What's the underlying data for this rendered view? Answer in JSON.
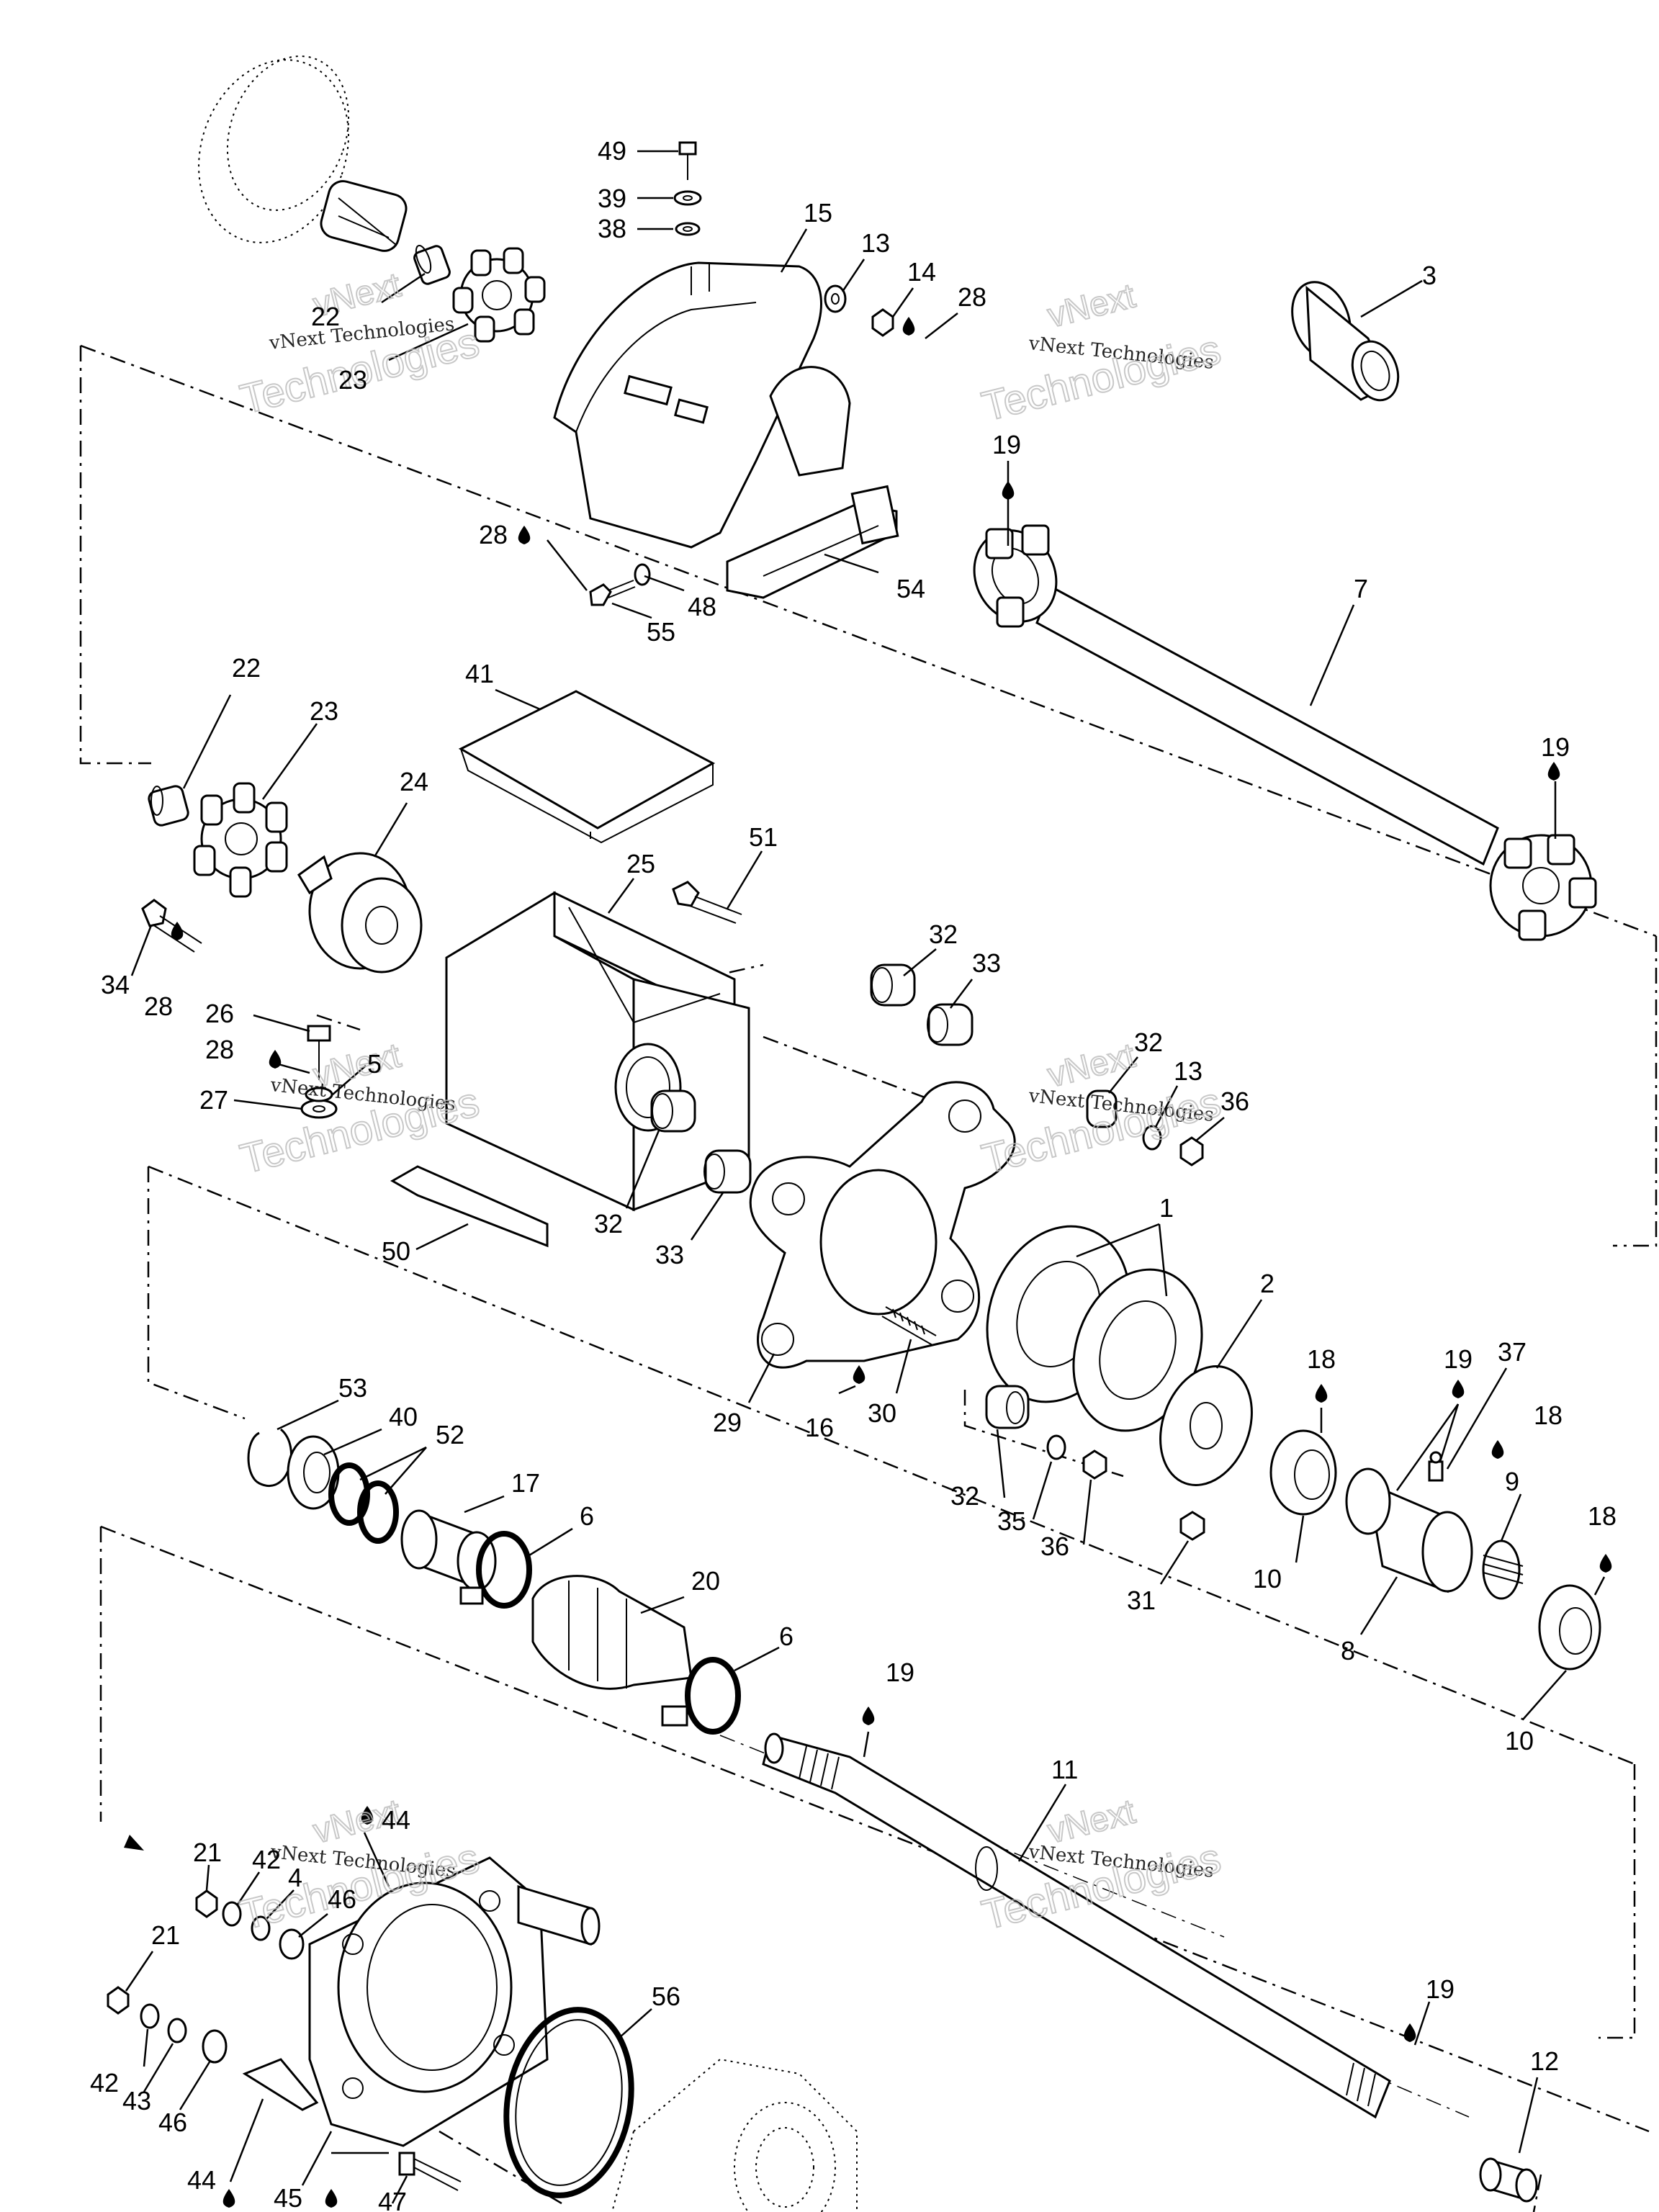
{
  "watermark": {
    "line1": "vNext",
    "line2": "vNext Technologies",
    "line3": "Technologies"
  },
  "callouts": [
    {
      "id": "c49",
      "text": "49"
    },
    {
      "id": "c39",
      "text": "39"
    },
    {
      "id": "c38",
      "text": "38"
    },
    {
      "id": "c15",
      "text": "15"
    },
    {
      "id": "c13a",
      "text": "13"
    },
    {
      "id": "c14",
      "text": "14"
    },
    {
      "id": "c28a",
      "text": "28"
    },
    {
      "id": "c3",
      "text": "3"
    },
    {
      "id": "c22a",
      "text": "22"
    },
    {
      "id": "c23a",
      "text": "23"
    },
    {
      "id": "c19a",
      "text": "19"
    },
    {
      "id": "c28b",
      "text": "28"
    },
    {
      "id": "c55",
      "text": "55"
    },
    {
      "id": "c48",
      "text": "48"
    },
    {
      "id": "c54",
      "text": "54"
    },
    {
      "id": "c7",
      "text": "7"
    },
    {
      "id": "c22b",
      "text": "22"
    },
    {
      "id": "c23b",
      "text": "23"
    },
    {
      "id": "c41",
      "text": "41"
    },
    {
      "id": "c24",
      "text": "24"
    },
    {
      "id": "c19b",
      "text": "19"
    },
    {
      "id": "c25",
      "text": "25"
    },
    {
      "id": "c51",
      "text": "51"
    },
    {
      "id": "c34",
      "text": "34"
    },
    {
      "id": "c28c",
      "text": "28"
    },
    {
      "id": "c26",
      "text": "26"
    },
    {
      "id": "c28d",
      "text": "28"
    },
    {
      "id": "c5",
      "text": "5"
    },
    {
      "id": "c27",
      "text": "27"
    },
    {
      "id": "c32a",
      "text": "32"
    },
    {
      "id": "c33a",
      "text": "33"
    },
    {
      "id": "c32b",
      "text": "32"
    },
    {
      "id": "c13b",
      "text": "13"
    },
    {
      "id": "c36a",
      "text": "36"
    },
    {
      "id": "c32c",
      "text": "32"
    },
    {
      "id": "c33b",
      "text": "33"
    },
    {
      "id": "c50",
      "text": "50"
    },
    {
      "id": "c1",
      "text": "1"
    },
    {
      "id": "c2",
      "text": "2"
    },
    {
      "id": "c18a",
      "text": "18"
    },
    {
      "id": "c19c",
      "text": "19"
    },
    {
      "id": "c37",
      "text": "37"
    },
    {
      "id": "c18b",
      "text": "18"
    },
    {
      "id": "c29",
      "text": "29"
    },
    {
      "id": "c16",
      "text": "16"
    },
    {
      "id": "c30",
      "text": "30"
    },
    {
      "id": "c53",
      "text": "53"
    },
    {
      "id": "c40",
      "text": "40"
    },
    {
      "id": "c52",
      "text": "52"
    },
    {
      "id": "c17",
      "text": "17"
    },
    {
      "id": "c6a",
      "text": "6"
    },
    {
      "id": "c32d",
      "text": "32"
    },
    {
      "id": "c35",
      "text": "35"
    },
    {
      "id": "c36b",
      "text": "36"
    },
    {
      "id": "c9",
      "text": "9"
    },
    {
      "id": "c18c",
      "text": "18"
    },
    {
      "id": "c10a",
      "text": "10"
    },
    {
      "id": "c31",
      "text": "31"
    },
    {
      "id": "c8",
      "text": "8"
    },
    {
      "id": "c20",
      "text": "20"
    },
    {
      "id": "c6b",
      "text": "6"
    },
    {
      "id": "c10b",
      "text": "10"
    },
    {
      "id": "c19d",
      "text": "19"
    },
    {
      "id": "c11",
      "text": "11"
    },
    {
      "id": "c44a",
      "text": "44"
    },
    {
      "id": "c21a",
      "text": "21"
    },
    {
      "id": "c42a",
      "text": "42"
    },
    {
      "id": "c4",
      "text": "4"
    },
    {
      "id": "c46a",
      "text": "46"
    },
    {
      "id": "c21b",
      "text": "21"
    },
    {
      "id": "c56",
      "text": "56"
    },
    {
      "id": "c19e",
      "text": "19"
    },
    {
      "id": "c12",
      "text": "12"
    },
    {
      "id": "c42b",
      "text": "42"
    },
    {
      "id": "c43",
      "text": "43"
    },
    {
      "id": "c46b",
      "text": "46"
    },
    {
      "id": "c44b",
      "text": "44"
    },
    {
      "id": "c45",
      "text": "45"
    },
    {
      "id": "c47",
      "text": "47"
    }
  ]
}
